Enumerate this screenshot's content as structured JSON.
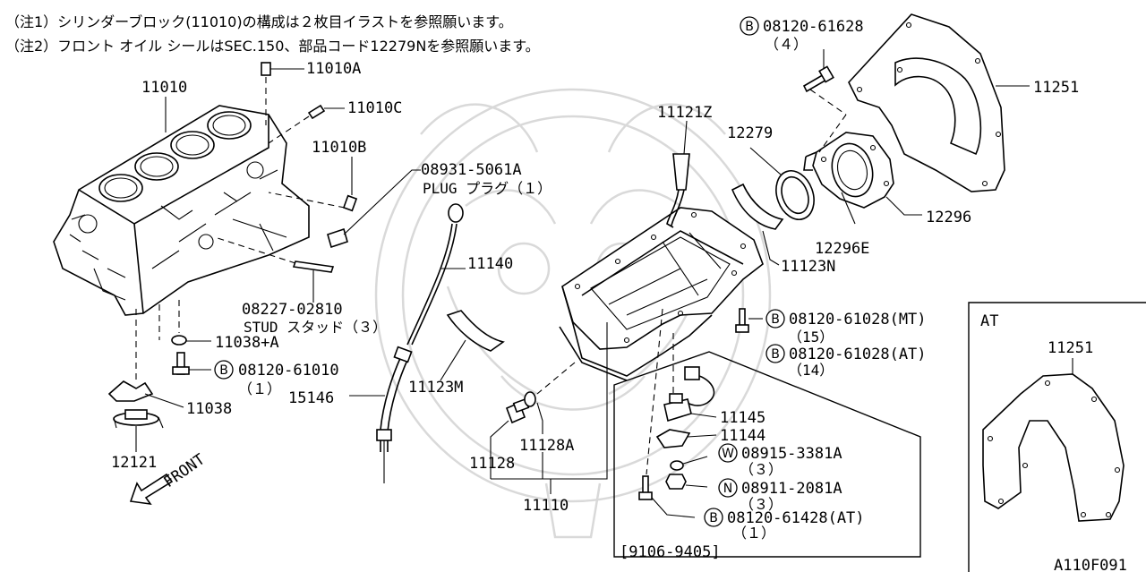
{
  "notes": [
    "（注1）シリンダーブロック(11010)の構成は２枚目イラストを参照願います。",
    "（注2）フロント オイル シールはSEC.150、部品コード12279Nを参照願います。"
  ],
  "front_label": "FRONT",
  "inset_title": "AT",
  "inset_part": "11251",
  "date_range": "[9106-9405]",
  "figure_code": "A110F091",
  "labels": {
    "p11010": "11010",
    "p11010a": "11010A",
    "p11010c": "11010C",
    "p11010b": "11010B",
    "p08931": "08931-5061A",
    "p08931_desc": "PLUG プラグ（１）",
    "p08227": "08227-02810",
    "p08227_desc": "STUD スタッド（３）",
    "p11038a": "11038+A",
    "p08120_61010": "08120-61010",
    "p08120_61010_qty": "（１）",
    "p11038": "11038",
    "p12121": "12121",
    "p11140": "11140",
    "p15146": "15146",
    "p11123m": "11123M",
    "p11128": "11128",
    "p11128a": "11128A",
    "p11110": "11110",
    "p11121z": "11121Z",
    "p12279": "12279",
    "p11123n": "11123N",
    "p08120_61628": "08120-61628",
    "p08120_61628_qty": "（４）",
    "p11251": "11251",
    "p12296": "12296",
    "p12296e": "12296E",
    "p08120_61028_mt": "08120-61028(MT)",
    "p08120_61028_mt_qty": "（15）",
    "p08120_61028_at": "08120-61028(AT)",
    "p08120_61028_at_qty": "（14）",
    "p11145": "11145",
    "p11144": "11144",
    "p08915": "08915-3381A",
    "p08915_qty": "（３）",
    "p08911": "08911-2081A",
    "p08911_qty": "（３）",
    "p08120_61428": "08120-61428(AT)",
    "p08120_61428_qty": "（１）"
  },
  "markers": {
    "bolt": "B",
    "washer": "W",
    "nut": "N"
  }
}
